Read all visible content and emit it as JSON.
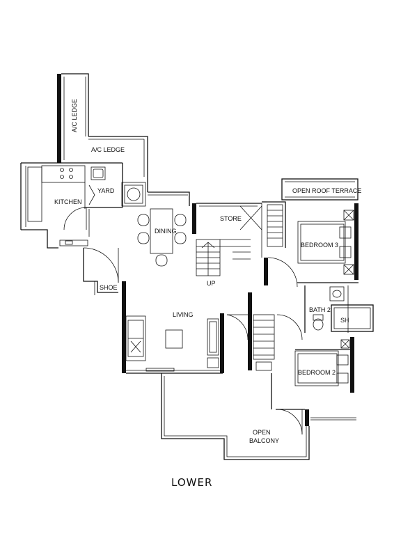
{
  "plan": {
    "caption": "LOWER",
    "rooms": {
      "ac_ledge_vertical": "A/C LEDGE",
      "ac_ledge": "A/C LEDGE",
      "yard": "YARD",
      "kitchen": "KITCHEN",
      "dining": "DINING",
      "store": "STORE",
      "up": "UP",
      "shoe": "SHOE",
      "living": "LIVING",
      "open_roof_terrace": "OPEN ROOF TERRACE",
      "bedroom_3": "BEDROOM 3",
      "bath_2": "BATH 2",
      "sh": "SH",
      "bedroom_2": "BEDROOM 2",
      "open_balcony_1": "OPEN",
      "open_balcony_2": "BALCONY"
    }
  }
}
